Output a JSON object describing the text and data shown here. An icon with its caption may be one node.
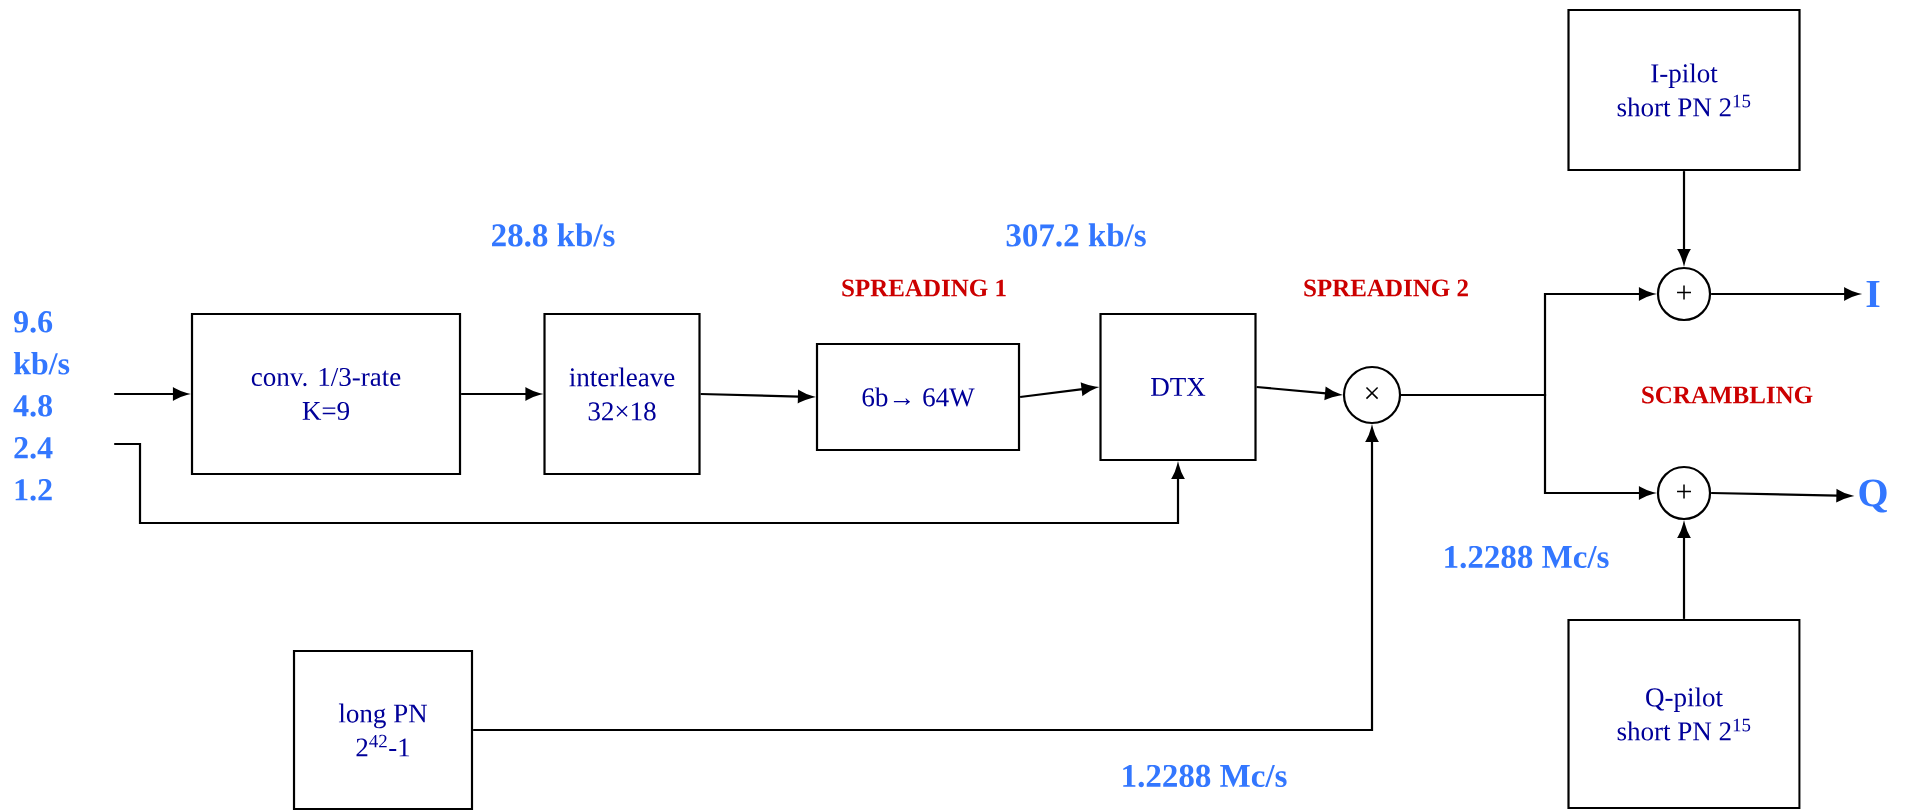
{
  "diagram": {
    "nodes": [
      {
        "text": [
          "9.6 kb/s",
          "4.8",
          "2.4",
          "1.2"
        ]
      },
      {
        "text": [
          "conv. 1/3-rate",
          "K=9"
        ]
      },
      {
        "text": [
          "interleave",
          "32×18"
        ]
      },
      {
        "text": [
          "6b→ 64W"
        ]
      },
      {
        "text": [
          "DTX"
        ]
      },
      {
        "text": [
          "×"
        ]
      },
      {
        "text": [
          "long PN",
          "2$^{42}$-1"
        ]
      },
      {
        "text": [
          "+"
        ]
      },
      {
        "text": [
          "+"
        ]
      },
      {
        "text": [
          "I-pilot",
          "short PN 2$^{15}$"
        ]
      },
      {
        "text": [
          "Q-pilot",
          "short PN 2$^{15}$"
        ]
      },
      {
        "text": [
          "I"
        ]
      },
      {
        "text": [
          "Q"
        ]
      }
    ],
    "edges": [
      {
        "from": 0,
        "to": 1,
        "arrow": "to"
      },
      {
        "from": 1,
        "to": 2,
        "arrow": "to"
      },
      {
        "from": 2,
        "to": 3,
        "arrow": "to"
      },
      {
        "from": 3,
        "to": 4,
        "arrow": "to"
      },
      {
        "from": 4,
        "to": 5,
        "arrow": "to"
      },
      {
        "from": 0,
        "to": 4,
        "arrow": "to"
      },
      {
        "from": 6,
        "to": 5,
        "arrow": "to"
      },
      {
        "from": 5,
        "to": 7,
        "arrow": "to"
      },
      {
        "from": 5,
        "to": 8,
        "arrow": "to"
      },
      {
        "from": 9,
        "to": 7,
        "arrow": "to"
      },
      {
        "from": 10,
        "to": 8,
        "arrow": "to"
      },
      {
        "from": 7,
        "to": 11,
        "arrow": "to"
      },
      {
        "from": 8,
        "to": 12,
        "arrow": "to"
      }
    ],
    "labels": [
      "28.8 kb/s",
      "307.2 kb/s",
      "SPREADING 1",
      "SPREADING 2",
      "SCRAMBLING",
      "1.2288 Mc/s",
      "1.2288 Mc/s"
    ]
  }
}
